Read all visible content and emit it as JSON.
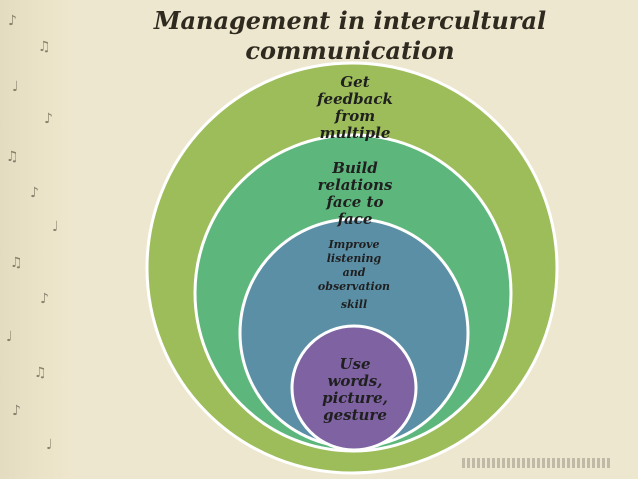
{
  "title": {
    "line1": "Management in intercultural",
    "line2": "communication"
  },
  "rings": [
    {
      "lines": [
        "Get",
        "feedback",
        "from",
        "multiple"
      ],
      "color": "#9dbd5a"
    },
    {
      "lines": [
        "Build",
        "relations",
        "face to",
        "face"
      ],
      "color": "#5db77c"
    },
    {
      "lines": [
        "Improve",
        "listening",
        "and",
        "observation",
        "skill"
      ],
      "color": "#5b8fa6"
    },
    {
      "lines": [
        "Use",
        "words,",
        "picture,",
        "gesture"
      ],
      "color": "#7e62a2"
    }
  ],
  "decorations": {
    "side_strip": "music-notes",
    "watermark": "website-watermark"
  }
}
